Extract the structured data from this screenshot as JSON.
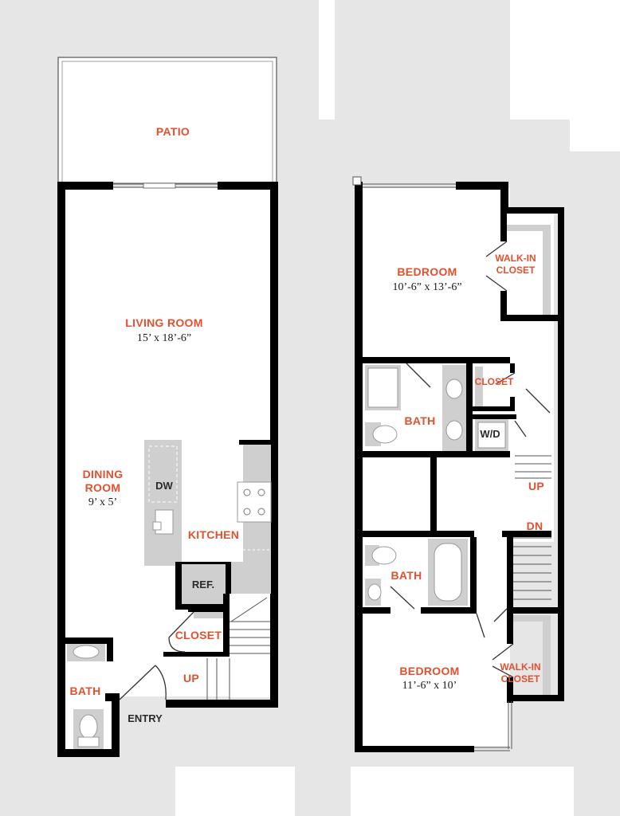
{
  "colors": {
    "label": "#e2512f",
    "wall": "#000000",
    "background": "#e6e6e6",
    "fixture": "#cfcfcf"
  },
  "first_floor": {
    "patio": "PATIO",
    "living": {
      "name": "LIVING ROOM",
      "size": "15’ x 18’-6”"
    },
    "dining": {
      "line1": "DINING",
      "line2": "ROOM",
      "size": "9’ x 5’"
    },
    "kitchen": "KITCHEN",
    "dw": "DW",
    "ref": "REF.",
    "closet": "CLOSET",
    "up": "UP",
    "bath": "BATH",
    "entry": "ENTRY"
  },
  "second_floor": {
    "bedroom1": {
      "name": "BEDROOM",
      "size": "10’-6” x 13’-6”"
    },
    "walkin1": {
      "line1": "WALK-IN",
      "line2": "CLOSET"
    },
    "closet": "CLOSET",
    "bath1": "BATH",
    "wd": "W/D",
    "up": "UP",
    "dn": "DN",
    "bath2": "BATH",
    "bedroom2": {
      "name": "BEDROOM",
      "size": "11’-6” x 10’"
    },
    "walkin2": {
      "line1": "WALK-IN",
      "line2": "CLOSET"
    }
  }
}
